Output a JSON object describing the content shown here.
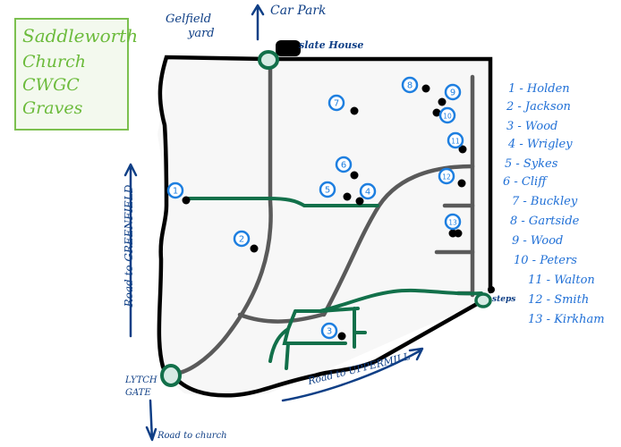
{
  "title": {
    "lines": [
      "Saddleworth",
      "Church",
      "CWGC",
      "Graves"
    ]
  },
  "labels": {
    "gelfield_yard": [
      "Gelfield",
      "yard"
    ],
    "car_park": "Car Park",
    "slate_house": "slate House",
    "road_to_greenfield": "Road to GREENFIELD",
    "lytch_gate": [
      "LYTCH",
      "GATE"
    ],
    "road_to_church": "Road to church",
    "road_to_uppermill": "Road to UPPERMILL",
    "steps": "steps"
  },
  "legend": [
    {
      "number": "1",
      "name": "Holden"
    },
    {
      "number": "2",
      "name": "Jackson"
    },
    {
      "number": "3",
      "name": "Wood"
    },
    {
      "number": "4",
      "name": "Wrigley"
    },
    {
      "number": "5",
      "name": "Sykes"
    },
    {
      "number": "6",
      "name": "Cliff"
    },
    {
      "number": "7",
      "name": "Buckley"
    },
    {
      "number": "8",
      "name": "Gartside"
    },
    {
      "number": "9",
      "name": "Wood"
    },
    {
      "number": "10",
      "name": "Peters"
    },
    {
      "number": "11",
      "name": "Walton"
    },
    {
      "number": "12",
      "name": "Smith"
    },
    {
      "number": "13",
      "name": "Kirkham"
    }
  ],
  "graves": [
    {
      "number": "1"
    },
    {
      "number": "2"
    },
    {
      "number": "3"
    },
    {
      "number": "4"
    },
    {
      "number": "5"
    },
    {
      "number": "6"
    },
    {
      "number": "7"
    },
    {
      "number": "8"
    },
    {
      "number": "9"
    },
    {
      "number": "10"
    },
    {
      "number": "11"
    },
    {
      "number": "12"
    },
    {
      "number": "13"
    }
  ],
  "colors": {
    "boundary": "#000000",
    "path_grey": "#5a5a5a",
    "path_green": "#12704a",
    "marker_blue": "#1e7fe0",
    "label_navy": "#0f3f86",
    "title_green": "#6cbb3c",
    "gate_fill": "#d6ebe4"
  }
}
